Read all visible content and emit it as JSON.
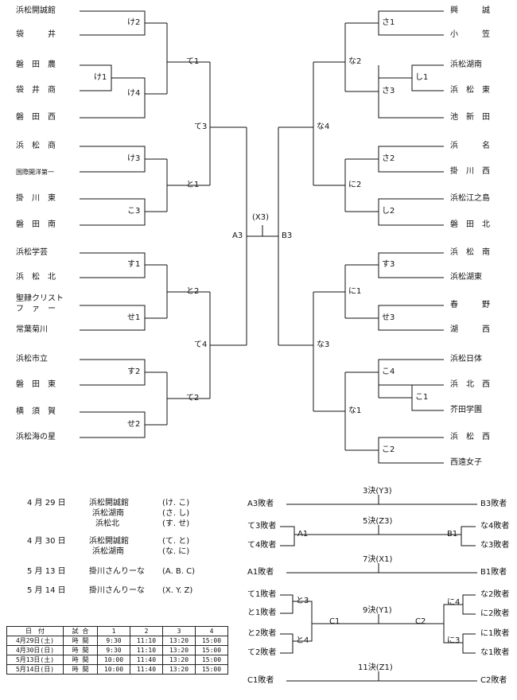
{
  "bracket": {
    "left_teams": [
      "浜松開誠館",
      "袋　　　井",
      "磐　田　農",
      "袋　井　商",
      "磐　田　西",
      "浜　松　商",
      "国際開洋第一",
      "掛　川　東",
      "磐　田　南",
      "浜松学芸",
      "浜　松　北",
      "聖隷クリスト",
      "フ　ァ　ー",
      "常葉菊川",
      "浜松市立",
      "磐　田　東",
      "横　須　賀",
      "浜松海の星"
    ],
    "right_teams": [
      "興　　　誠",
      "小　　　笠",
      "浜松湖南",
      "浜　松　東",
      "池　新　田",
      "浜　　　名",
      "掛　川　西",
      "浜松江之島",
      "磐　田　北",
      "浜　松　南",
      "浜松湖東",
      "春　　　野",
      "湖　　　西",
      "浜松日体",
      "浜　北　西",
      "芥田学園",
      "浜　松　西",
      "西遠女子"
    ],
    "left_game_labels": [
      "け2",
      "け1",
      "け4",
      "て1",
      "け3",
      "と1",
      "こ3",
      "て3",
      "す1",
      "と2",
      "せ1",
      "て4",
      "す2",
      "て2",
      "せ2"
    ],
    "right_game_labels": [
      "さ1",
      "な2",
      "し1",
      "さ3",
      "な4",
      "さ2",
      "に2",
      "し2",
      "す3",
      "に1",
      "せ3",
      "な3",
      "こ4",
      "こ1",
      "な1",
      "こ2"
    ],
    "center": {
      "final_label": "(X3)",
      "left": "A3",
      "right": "B3"
    }
  },
  "placement": {
    "r3": {
      "label": "3決",
      "code": "(Y3)",
      "left": "A3敗者",
      "right": "B3敗者"
    },
    "r5": {
      "label": "5決",
      "code": "(Z3)",
      "l1": "て3敗者",
      "l2": "て4敗者",
      "lnode": "A1",
      "r1": "な4敗者",
      "r2": "な3敗者",
      "rnode": "B1"
    },
    "r7": {
      "label": "7決",
      "code": "(X1)",
      "left": "A1敗者",
      "right": "B1敗者"
    },
    "r9": {
      "label": "9決",
      "code": "(Y1)",
      "l1": "て1敗者",
      "l2": "と1敗者",
      "l3": "と2敗者",
      "l4": "て2敗者",
      "ln1": "と3",
      "ln2": "と4",
      "lc": "C1",
      "r1": "な2敗者",
      "r2": "に2敗者",
      "r3": "に1敗者",
      "r4": "な1敗者",
      "rn1": "に4",
      "rn2": "に3",
      "rc": "C2"
    },
    "r11": {
      "label": "11決",
      "code": "(Z1)",
      "left": "C1敗者",
      "right": "C2敗者"
    }
  },
  "schedule": [
    {
      "date": "4 月 29 日",
      "lines": [
        [
          "浜松開誠館",
          "(け. こ)"
        ],
        [
          "浜松湖南",
          "(さ. し)"
        ],
        [
          "浜松北",
          "(す. せ)"
        ]
      ]
    },
    {
      "date": "4 月 30 日",
      "lines": [
        [
          "浜松開誠館",
          "(て. と)"
        ],
        [
          "浜松湖南",
          "(な. に)"
        ]
      ]
    },
    {
      "date": "5 月 13 日",
      "lines": [
        [
          "掛川さんりーな",
          "(A. B. C)"
        ]
      ]
    },
    {
      "date": "5 月 14 日",
      "lines": [
        [
          "掛川さんりーな",
          "(X. Y. Z)"
        ]
      ]
    }
  ],
  "timetable": {
    "header": [
      "日　付",
      "試 合",
      "1",
      "2",
      "3",
      "4"
    ],
    "rows": [
      [
        "4月29日(土)",
        "時 間",
        "9:30",
        "11:10",
        "13:20",
        "15:00"
      ],
      [
        "4月30日(日)",
        "時 間",
        "9:30",
        "11:10",
        "13:20",
        "15:00"
      ],
      [
        "5月13日(土)",
        "時 間",
        "10:00",
        "11:40",
        "13:20",
        "15:00"
      ],
      [
        "5月14日(日)",
        "時 間",
        "10:00",
        "11:40",
        "13:20",
        "15:00"
      ]
    ]
  }
}
